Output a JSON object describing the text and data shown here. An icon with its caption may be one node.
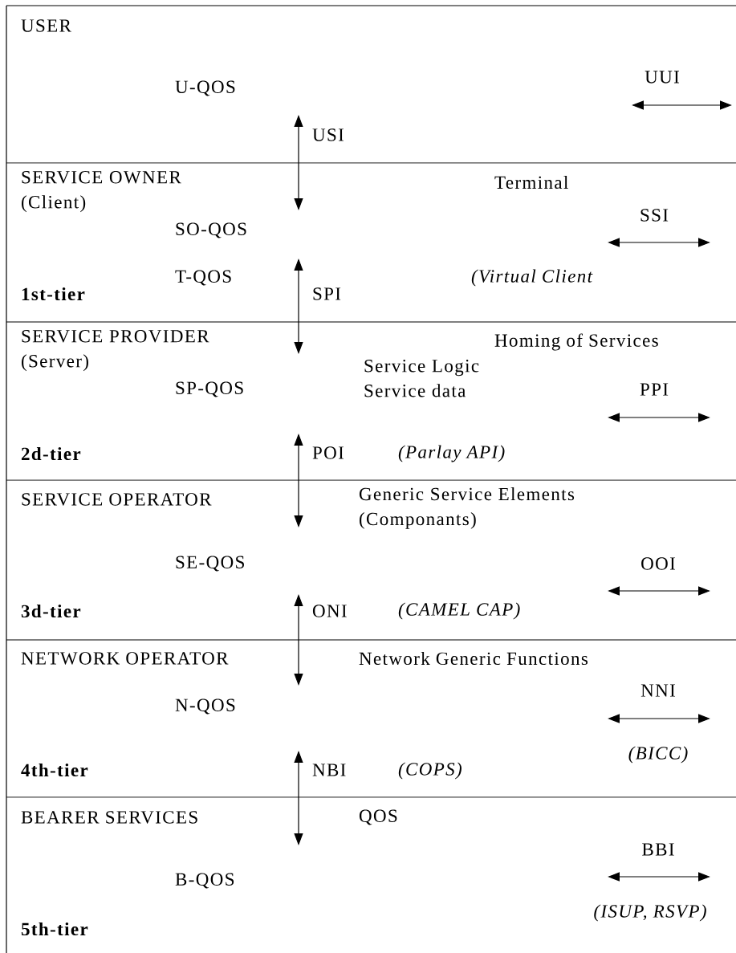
{
  "diagram": {
    "nodes": [
      {
        "text": [
          "USER",
          "U-QOS",
          "UUI"
        ]
      },
      {
        "text": [
          "SERVICE OWNER (Client)",
          "Terminal",
          "SSI",
          "SO-QOS",
          "T-QOS",
          "(Virtual Client",
          "1st-tier"
        ]
      },
      {
        "text": [
          "SERVICE PROVIDER (Server)",
          "Homing of Services",
          "SP-QOS",
          "Service Logic Service data",
          "PPI",
          "2d-tier",
          "(Parlay API)"
        ]
      },
      {
        "text": [
          "SERVICE OPERATOR",
          "Generic Service Elements (Componants)",
          "SE-QOS",
          "OOI",
          "3d-tier",
          "(CAMEL CAP)"
        ]
      },
      {
        "text": [
          "NETWORK OPERATOR",
          "Network Generic Functions",
          "NNI",
          "N-QOS",
          "(BICC)",
          "4th-tier",
          "(COPS)"
        ]
      },
      {
        "text": [
          "BEARER SERVICES",
          "QOS",
          "BBI",
          "B-QOS",
          "(ISUP, RSVP)",
          "5th-tier"
        ]
      }
    ],
    "edges": [
      {
        "from": 0,
        "to": 1,
        "arrow": "both",
        "label": "USI"
      },
      {
        "from": 1,
        "to": 2,
        "arrow": "both",
        "label": "SPI"
      },
      {
        "from": 2,
        "to": 3,
        "arrow": "both",
        "label": "POI"
      },
      {
        "from": 3,
        "to": 4,
        "arrow": "both",
        "label": "ONI"
      },
      {
        "from": 4,
        "to": 5,
        "arrow": "both",
        "label": "NBI"
      }
    ]
  }
}
